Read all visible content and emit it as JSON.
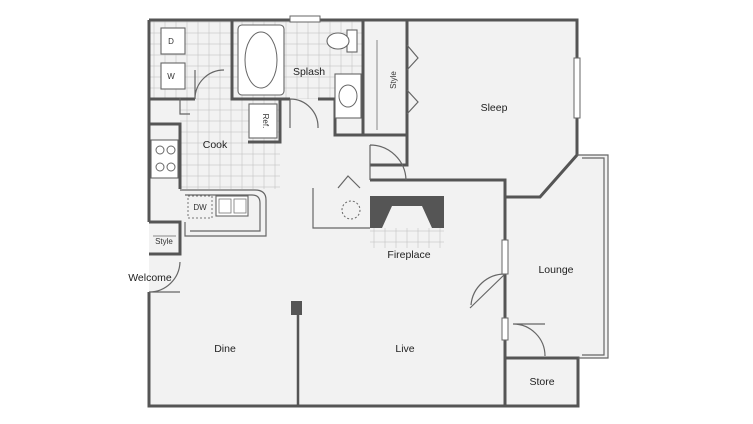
{
  "rooms": {
    "splash": "Splash",
    "sleep": "Sleep",
    "cook": "Cook",
    "fireplace": "Fireplace",
    "lounge": "Lounge",
    "welcome": "Welcome",
    "dine": "Dine",
    "live": "Live",
    "store": "Store",
    "style_closet_bedroom": "Style",
    "style_closet_entry": "Style"
  },
  "fixtures": {
    "dryer": "D",
    "washer": "W",
    "refrigerator": "Ref.",
    "dishwasher": "DW"
  },
  "colors": {
    "wall": "#555555",
    "floor": "#f2f2f2",
    "tile_grid": "#c4c4c4",
    "fireplace": "#555555"
  }
}
